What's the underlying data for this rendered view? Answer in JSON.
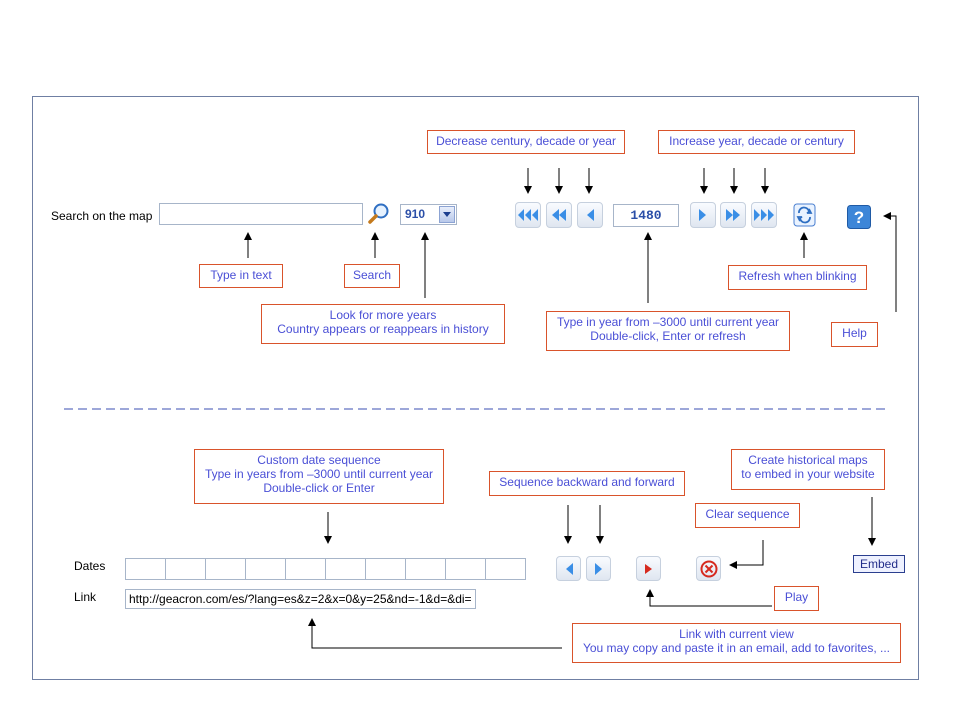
{
  "search": {
    "label": "Search on the map",
    "input_value": "",
    "year_select": "910"
  },
  "year_nav": {
    "current_year": "1480"
  },
  "callouts": {
    "decrease": "Decrease century, decade or year",
    "increase": "Increase year, decade or century",
    "type_text": "Type in text",
    "search": "Search",
    "refresh": "Refresh when blinking",
    "more_years_line1": "Look for more years",
    "more_years_line2": "Country appears or reappears in history",
    "type_year_line1": "Type in year from –3000 until current year",
    "type_year_line2": "Double-click, Enter or refresh",
    "help": "Help",
    "custom_seq_line1": "Custom date sequence",
    "custom_seq_line2": "Type in years from –3000 until current year",
    "custom_seq_line3": "Double-click or Enter",
    "seq_back_forward": "Sequence backward and forward",
    "create_maps_line1": "Create historical maps",
    "create_maps_line2": "to embed in your website",
    "clear_seq": "Clear sequence",
    "play": "Play",
    "link_line1": "Link with current view",
    "link_line2": "You may copy and paste it in an email, add to favorites, ..."
  },
  "sequence": {
    "dates_label": "Dates",
    "link_label": "Link",
    "link_value": "http://geacron.com/es/?lang=es&z=2&x=0&y=25&nd=-1&d=&di=",
    "embed_label": "Embed"
  },
  "colors": {
    "callout_border": "#d9532b",
    "callout_text": "#4a4fd6",
    "frame_border": "#6f7fa3",
    "nav_arrow": "#3a8ee6"
  }
}
